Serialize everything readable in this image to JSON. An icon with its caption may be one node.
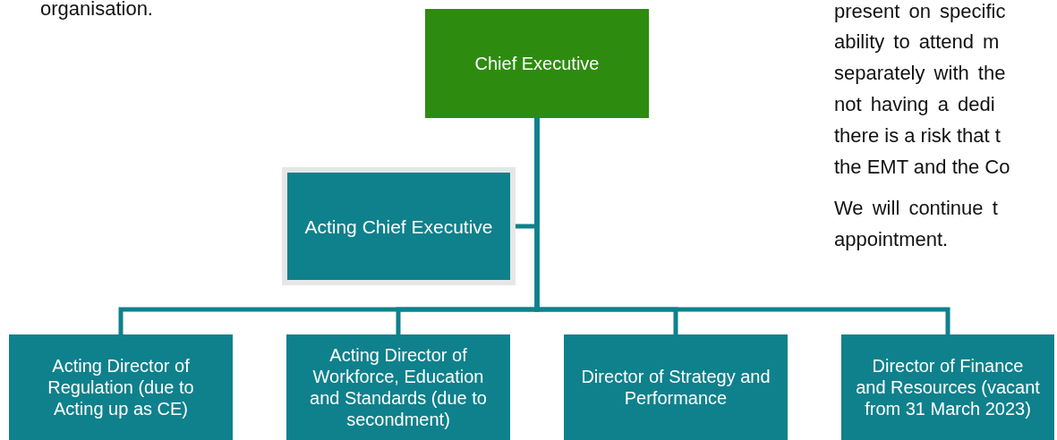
{
  "diagram": {
    "nodes": [
      {
        "text": [
          "Chief Executive"
        ]
      },
      {
        "text": [
          "Acting Chief Executive"
        ]
      },
      {
        "text": [
          "Acting Director of Regulation (due to Acting up as CE)"
        ]
      },
      {
        "text": [
          "Acting Director of Workforce, Education and Standards (due to secondment)"
        ]
      },
      {
        "text": [
          "Director of Strategy and Performance"
        ]
      },
      {
        "text": [
          "Director of Finance and Resources (vacant from 31 March 2023)"
        ]
      }
    ],
    "edges": [
      {
        "from": 0,
        "to": 1,
        "arrow": "none"
      },
      {
        "from": 0,
        "to": 2,
        "arrow": "none"
      },
      {
        "from": 0,
        "to": 3,
        "arrow": "none"
      },
      {
        "from": 0,
        "to": 4,
        "arrow": "none"
      },
      {
        "from": 0,
        "to": 5,
        "arrow": "none"
      }
    ],
    "labels": [
      "organisation.",
      "present on specific",
      "ability to attend m",
      "separately with the",
      "not having a dedi",
      "there is a risk that t",
      "the EMT and the Co",
      "We will continue t",
      "appointment."
    ]
  }
}
